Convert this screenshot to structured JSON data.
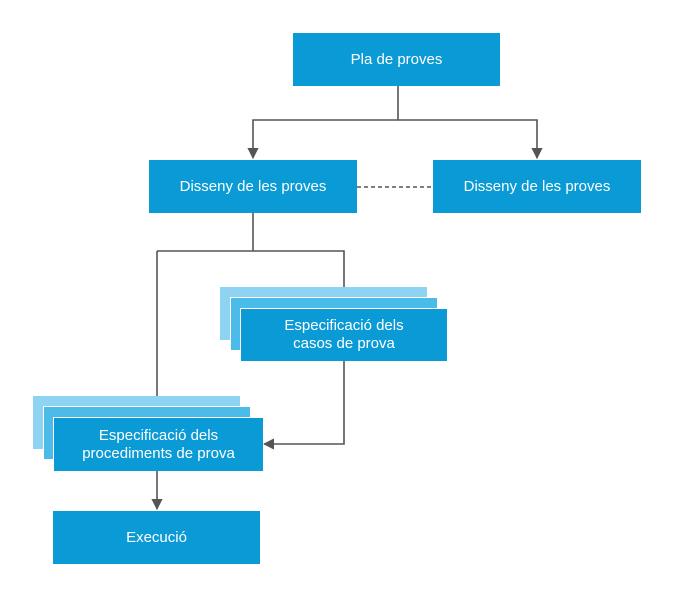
{
  "diagram": {
    "nodes": {
      "plan": {
        "label": "Pla de proves"
      },
      "design_left": {
        "label": "Disseny de les proves"
      },
      "design_right": {
        "label": "Disseny de les proves"
      },
      "test_cases": {
        "label": "Especificació dels\ncasos de prova"
      },
      "test_procedures": {
        "label": "Especificació dels\nprocediments de prova"
      },
      "execution": {
        "label": "Execució"
      }
    },
    "colors": {
      "box": "#0a9ad6",
      "stack_mid": "#4bbcea",
      "stack_back": "#8fd3f3",
      "connector": "#555555",
      "text": "#ffffff"
    }
  }
}
